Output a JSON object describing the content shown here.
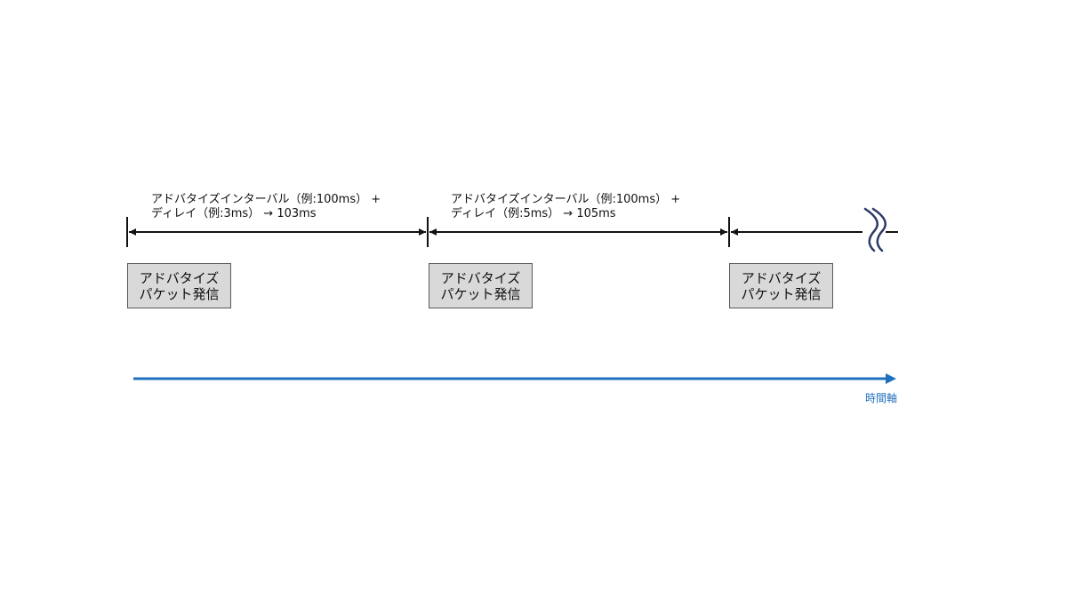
{
  "intervals": [
    {
      "line1": "アドバタイズインターバル（例:100ms） +",
      "line2": "ディレイ（例:3ms） → 103ms"
    },
    {
      "line1": "アドバタイズインターバル（例:100ms） +",
      "line2": "ディレイ（例:5ms） → 105ms"
    }
  ],
  "packets": [
    {
      "line1": "アドバタイズ",
      "line2": "パケット発信"
    },
    {
      "line1": "アドバタイズ",
      "line2": "パケット発信"
    },
    {
      "line1": "アドバタイズ",
      "line2": "パケット発信"
    }
  ],
  "time_axis": {
    "label": "時間軸",
    "color": "#1f6fbf"
  },
  "line_color": "#111111",
  "break_mark_color": "#2b3a67"
}
